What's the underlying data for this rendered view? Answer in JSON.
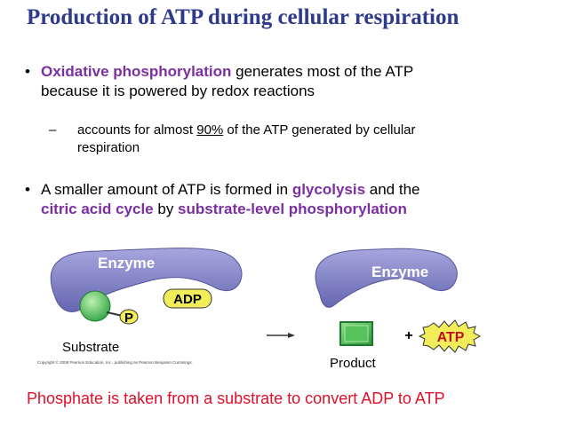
{
  "title": "Production of ATP during cellular respiration",
  "bullet1": {
    "marker": "•",
    "highlight": "Oxidative phosphorylation",
    "rest_line1": " generates most of the ATP",
    "line2": "because it is powered by redox reactions"
  },
  "sub1": {
    "marker": "–",
    "pre": "accounts for almost ",
    "underlined": "90%",
    "post": " of the ATP generated by cellular",
    "line2": "respiration"
  },
  "bullet2": {
    "marker": "•",
    "pre": "A smaller amount of ATP is formed in ",
    "hl1": "glycolysis",
    "mid": " and the",
    "hl2": "citric acid cycle",
    "mid2": " by ",
    "hl3": "substrate-level phosphorylation"
  },
  "diagram": {
    "enzyme_left": "Enzyme",
    "enzyme_right": "Enzyme",
    "adp": "ADP",
    "p": "P",
    "substrate": "Substrate",
    "copyright": "Copyright © 2008 Pearson Education, Inc., publishing as Pearson Benjamin Cummings.",
    "plus": "+",
    "atp": "ATP",
    "product": "Product"
  },
  "caption": "Phosphate is taken from a substrate to convert ADP to ATP",
  "colors": {
    "title": "#2e3a8c",
    "highlight": "#7b2fa0",
    "caption": "#e0102a",
    "enzyme": "#7e7fc4",
    "adp": "#f2ee5a",
    "substrate": "#37b54a"
  }
}
